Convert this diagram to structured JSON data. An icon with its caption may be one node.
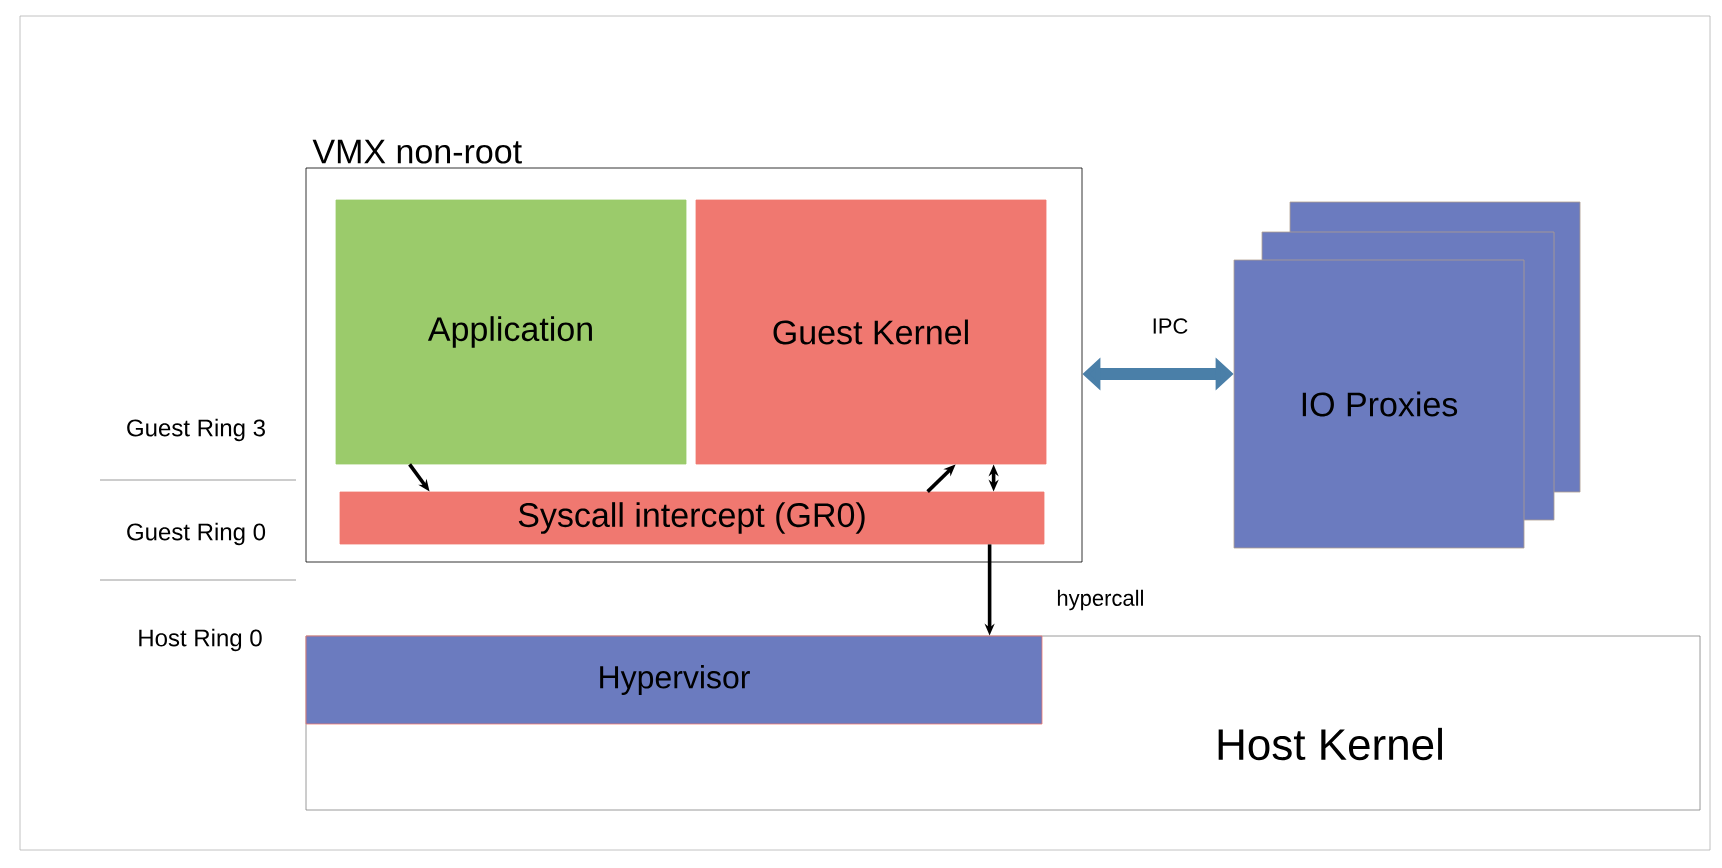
{
  "diagram": {
    "nodes": [
      {
        "text": [
          "VMX non-root"
        ]
      },
      {
        "text": [
          "Application"
        ],
        "in": 0
      },
      {
        "text": [
          "Guest Kernel"
        ],
        "in": 0
      },
      {
        "text": [
          "Syscall intercept (GR0)"
        ],
        "in": 0
      },
      {
        "text": [],
        "shape": "box"
      },
      {
        "text": [],
        "shape": "box"
      },
      {
        "text": [
          "IO Proxies"
        ]
      },
      {
        "text": [
          "Host Kernel"
        ]
      },
      {
        "text": [
          "Hypervisor"
        ],
        "in": 7
      }
    ],
    "edges": [
      {
        "from": 1,
        "to": 3,
        "arrow": "to"
      },
      {
        "from": 3,
        "to": 2,
        "arrow": "to"
      },
      {
        "from": 2,
        "to": 3,
        "arrow": "both"
      },
      {
        "from": 3,
        "to": 8,
        "arrow": "to",
        "label": "hypercall"
      },
      {
        "from": 0,
        "to": 6,
        "arrow": "both",
        "label": "IPC",
        "style": "thick",
        "color": "#4a7fa8"
      }
    ],
    "labels": [
      "Guest Ring 3",
      "Guest Ring 0",
      "Host Ring 0"
    ]
  }
}
